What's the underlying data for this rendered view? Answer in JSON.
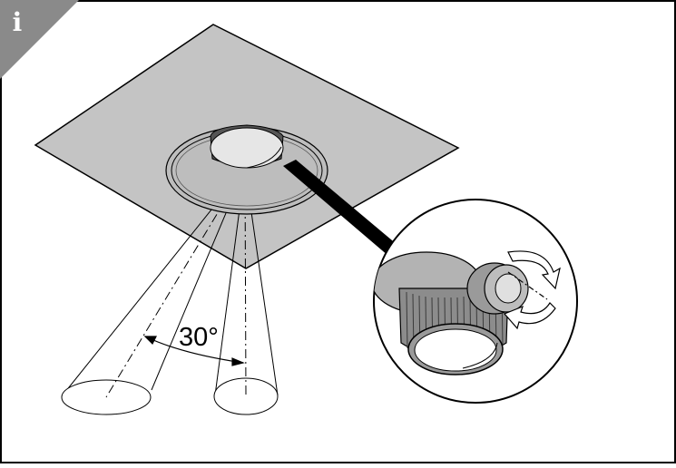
{
  "info_badge": {
    "glyph": "i",
    "icon": "info-icon",
    "color": "#8a8a8a"
  },
  "illustration": {
    "angle_label": "30°",
    "icons": [
      "ceiling-plate",
      "spotlight-fixture",
      "light-beam",
      "zoom-callout",
      "rotate-arrows-icon"
    ],
    "colors": {
      "ceiling": "#c4c4c4",
      "outline": "#000000",
      "fixture_gray": "#a9a9a9"
    }
  }
}
